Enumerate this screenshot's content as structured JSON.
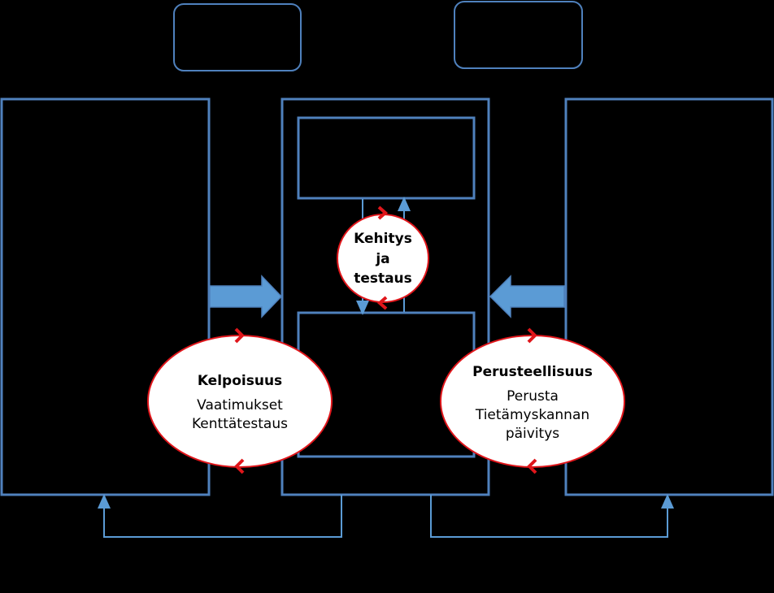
{
  "colors": {
    "background": "#000000",
    "box_stroke": "#4f81bd",
    "arrow_fill": "#5b9bd5",
    "ellipse_stroke": "#e0161b",
    "ellipse_fill": "#ffffff"
  },
  "center_ellipse": {
    "lines": [
      "Kehitys",
      "ja",
      "testaus"
    ]
  },
  "left_ellipse": {
    "title": "Kelpoisuus",
    "lines": [
      "Vaatimukset",
      "Kenttätestaus"
    ]
  },
  "right_ellipse": {
    "title": "Perusteellisuus",
    "lines": [
      "Perusta",
      "Tietämyskannan",
      "päivitys"
    ]
  }
}
